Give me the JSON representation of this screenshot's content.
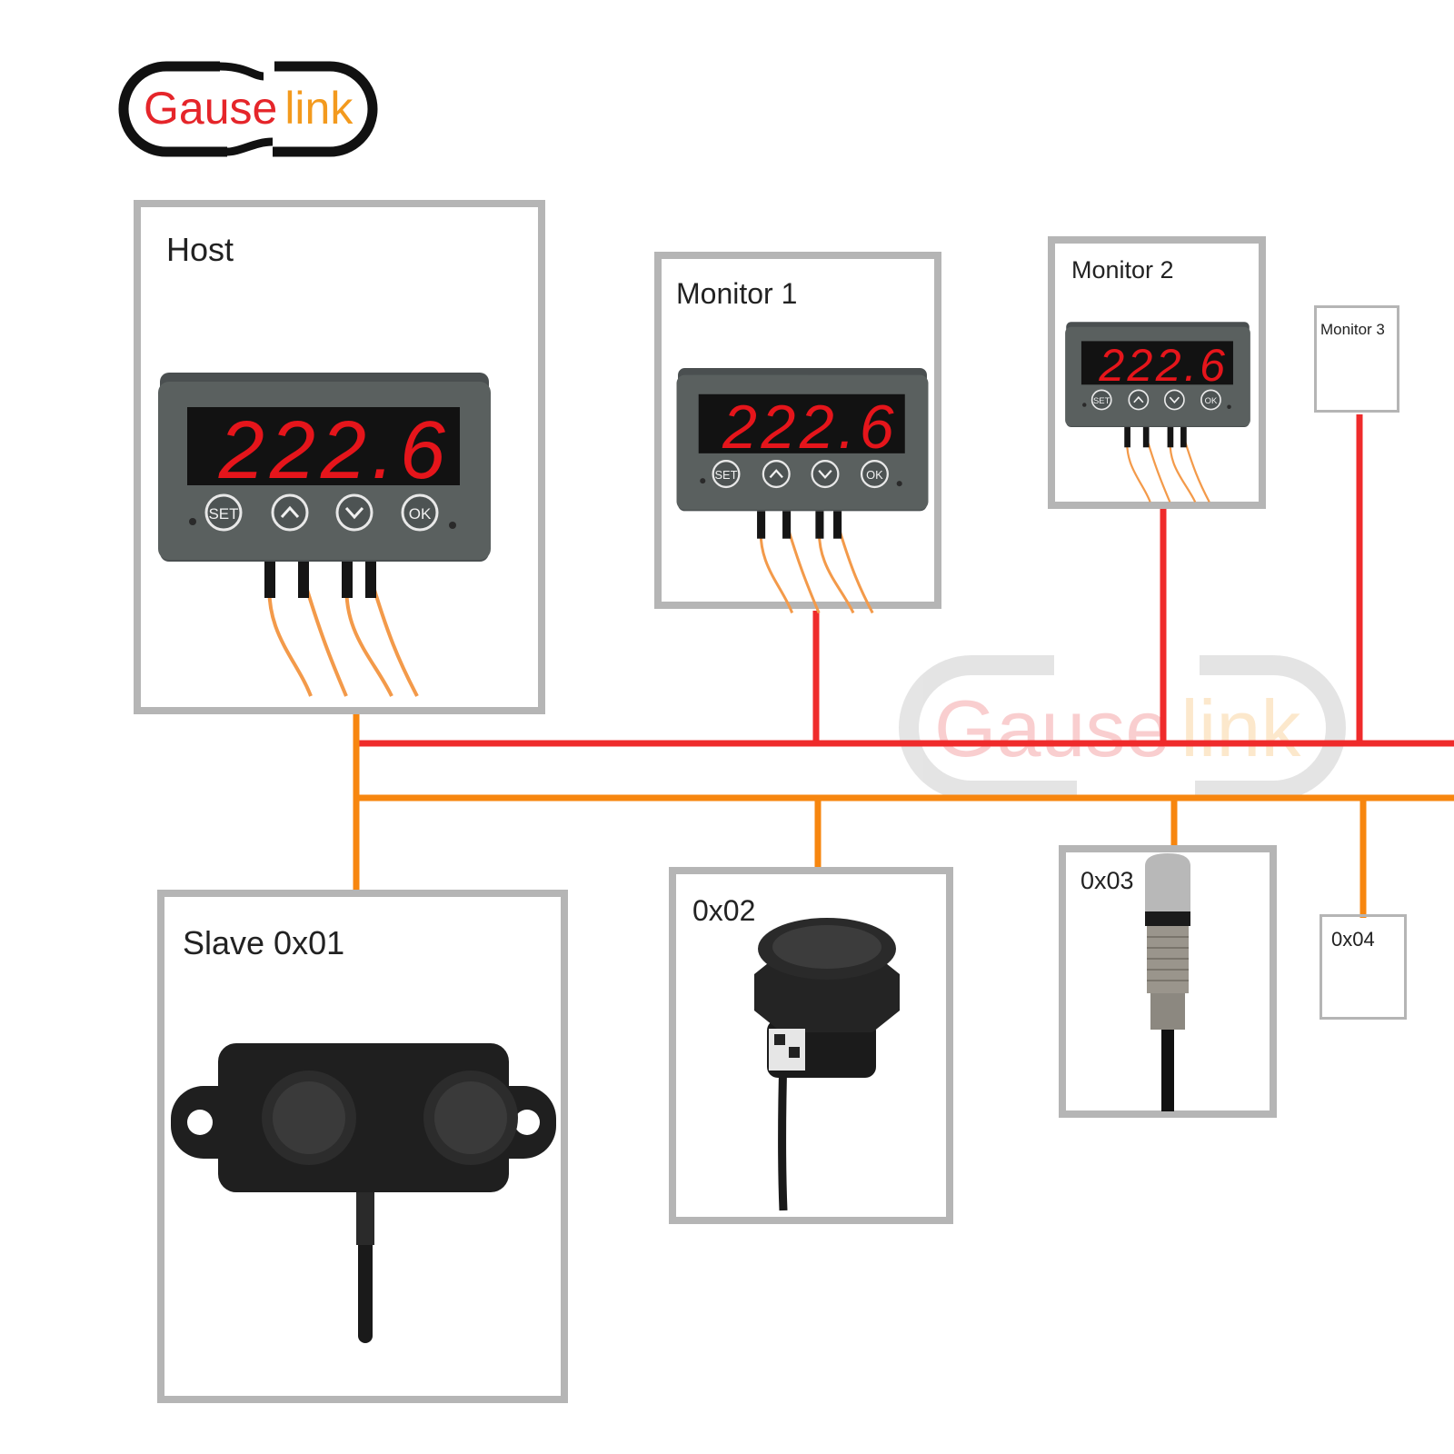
{
  "logo": {
    "text_a": "Gause",
    "text_b": "link",
    "color_a": "#e5252a",
    "color_b": "#f39a1e"
  },
  "watermark": {
    "text_a": "Gause",
    "text_b": "link"
  },
  "bus_colors": {
    "monitor_bus": "#ef2b2b",
    "slave_bus": "#f7860f"
  },
  "host": {
    "label": "Host",
    "display": "222.6",
    "buttons": [
      "SET",
      "",
      "",
      "OK"
    ]
  },
  "monitors": [
    {
      "label": "Monitor 1",
      "display": "222.6",
      "buttons": [
        "SET",
        "",
        "",
        "OK"
      ]
    },
    {
      "label": "Monitor 2",
      "display": "222.6",
      "buttons": [
        "SET",
        "",
        "",
        "OK"
      ]
    },
    {
      "label": "Monitor 3"
    }
  ],
  "slaves": [
    {
      "label": "Slave 0x01"
    },
    {
      "label": "0x02"
    },
    {
      "label": "0x03"
    },
    {
      "label": "0x04"
    }
  ]
}
